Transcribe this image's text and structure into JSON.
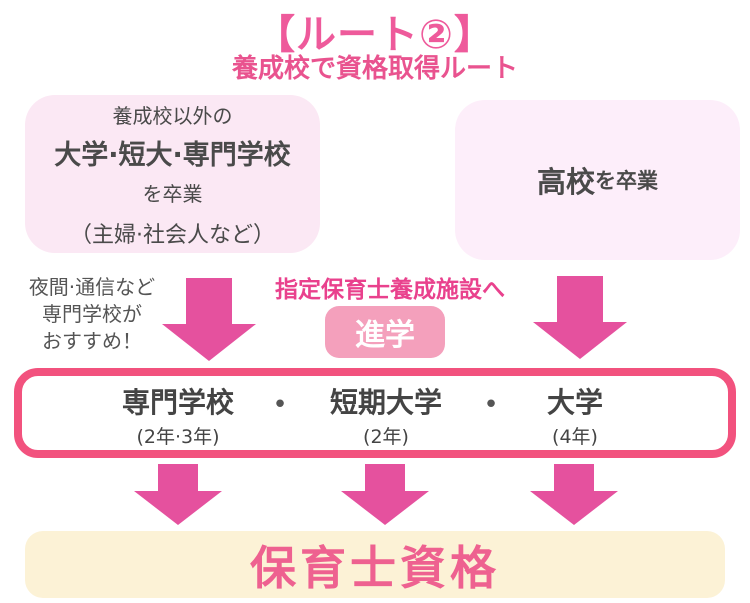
{
  "header": {
    "title": "【ルート②】",
    "subtitle": "養成校で資格取得ルート"
  },
  "left_box": {
    "line1": "養成校以外の",
    "line2": "大学·短大·専門学校",
    "line3": "を卒業",
    "line4": "（主婦·社会人など）"
  },
  "right_box": {
    "main": "高校",
    "suffix": "を卒業"
  },
  "note": {
    "line1": "夜間·通信など",
    "line2": "専門学校が",
    "line3": "おすすめ！"
  },
  "center": {
    "label": "指定保育士養成施設へ",
    "button": "進学"
  },
  "schools": {
    "separator": "•",
    "items": [
      {
        "name": "専門学校",
        "years": "(2年·3年)"
      },
      {
        "name": "短期大学",
        "years": "(2年)"
      },
      {
        "name": "大学",
        "years": "(4年)"
      }
    ]
  },
  "result": {
    "label": "保育士資格"
  },
  "colors": {
    "title_pink": "#ee5a9b",
    "deep_pink": "#e9418d",
    "arrow_pink": "#e5519e",
    "border_pink": "#f2527e",
    "button_pink": "#f4a0bc",
    "left_box_bg": "#fbe8f4",
    "right_box_bg": "#fdeefa",
    "result_box_bg": "#fcf2d6",
    "result_text": "#ee6190",
    "text_gray": "#4a4a4a"
  }
}
